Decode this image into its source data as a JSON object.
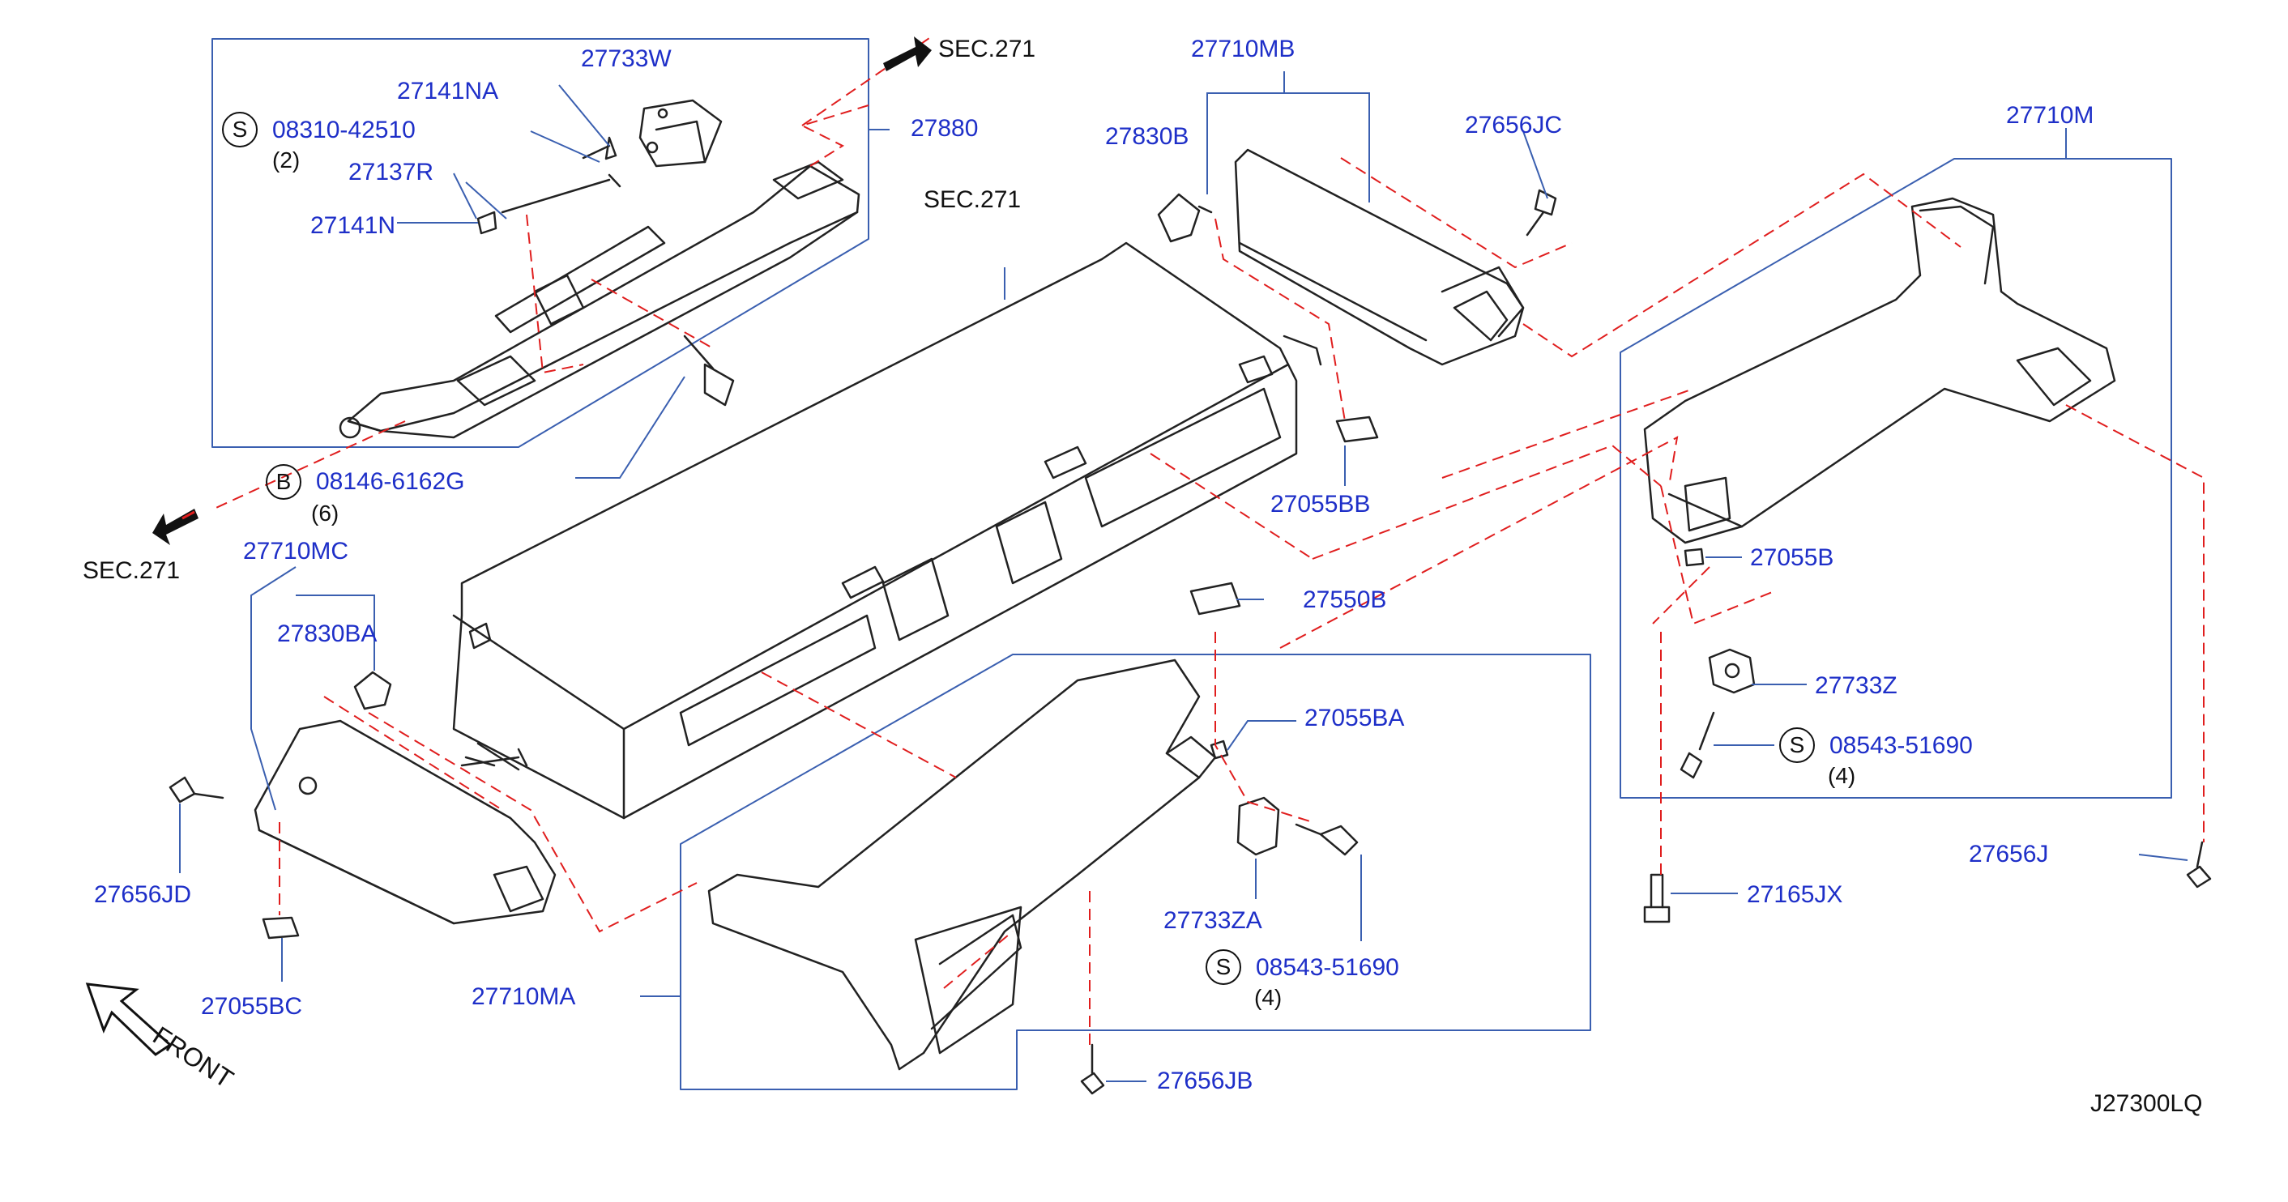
{
  "diagram_id": "J27300LQ",
  "front_label": "FRONT",
  "colors": {
    "part_number": "#1e2fc8",
    "outline": "#222222",
    "dashed": "#e01e1e",
    "box": "#3a5fb0"
  },
  "parts": {
    "p27733W": "27733W",
    "p27141NA": "27141NA",
    "p08310": "08310-42510",
    "p27137R": "27137R",
    "p27141N": "27141N",
    "p27880": "27880",
    "p08146": "08146-6162G",
    "p27710MB": "27710MB",
    "p27830B": "27830B",
    "p27656JC": "27656JC",
    "p27055BB": "27055BB",
    "p27710M": "27710M",
    "p27055B": "27055B",
    "p27733Z": "27733Z",
    "p08543a": "08543-51690",
    "p27656J": "27656J",
    "p27165JX": "27165JX",
    "p27710MC": "27710MC",
    "p27830BA": "27830BA",
    "p27656JD": "27656JD",
    "p27055BC": "27055BC",
    "p27550B": "27550B",
    "p27055BA": "27055BA",
    "p27733ZA": "27733ZA",
    "p08543b": "08543-51690",
    "p27710MA": "27710MA",
    "p27656JB": "27656JB"
  },
  "refs": {
    "sec_top": "SEC.271",
    "sec_mid": "SEC.271",
    "sec_left": "SEC.271"
  },
  "qty": {
    "q2": "(2)",
    "q6": "(6)",
    "q4a": "(4)",
    "q4b": "(4)"
  },
  "symbols": {
    "s1": "S",
    "b1": "B",
    "s2": "S",
    "s3": "S"
  }
}
